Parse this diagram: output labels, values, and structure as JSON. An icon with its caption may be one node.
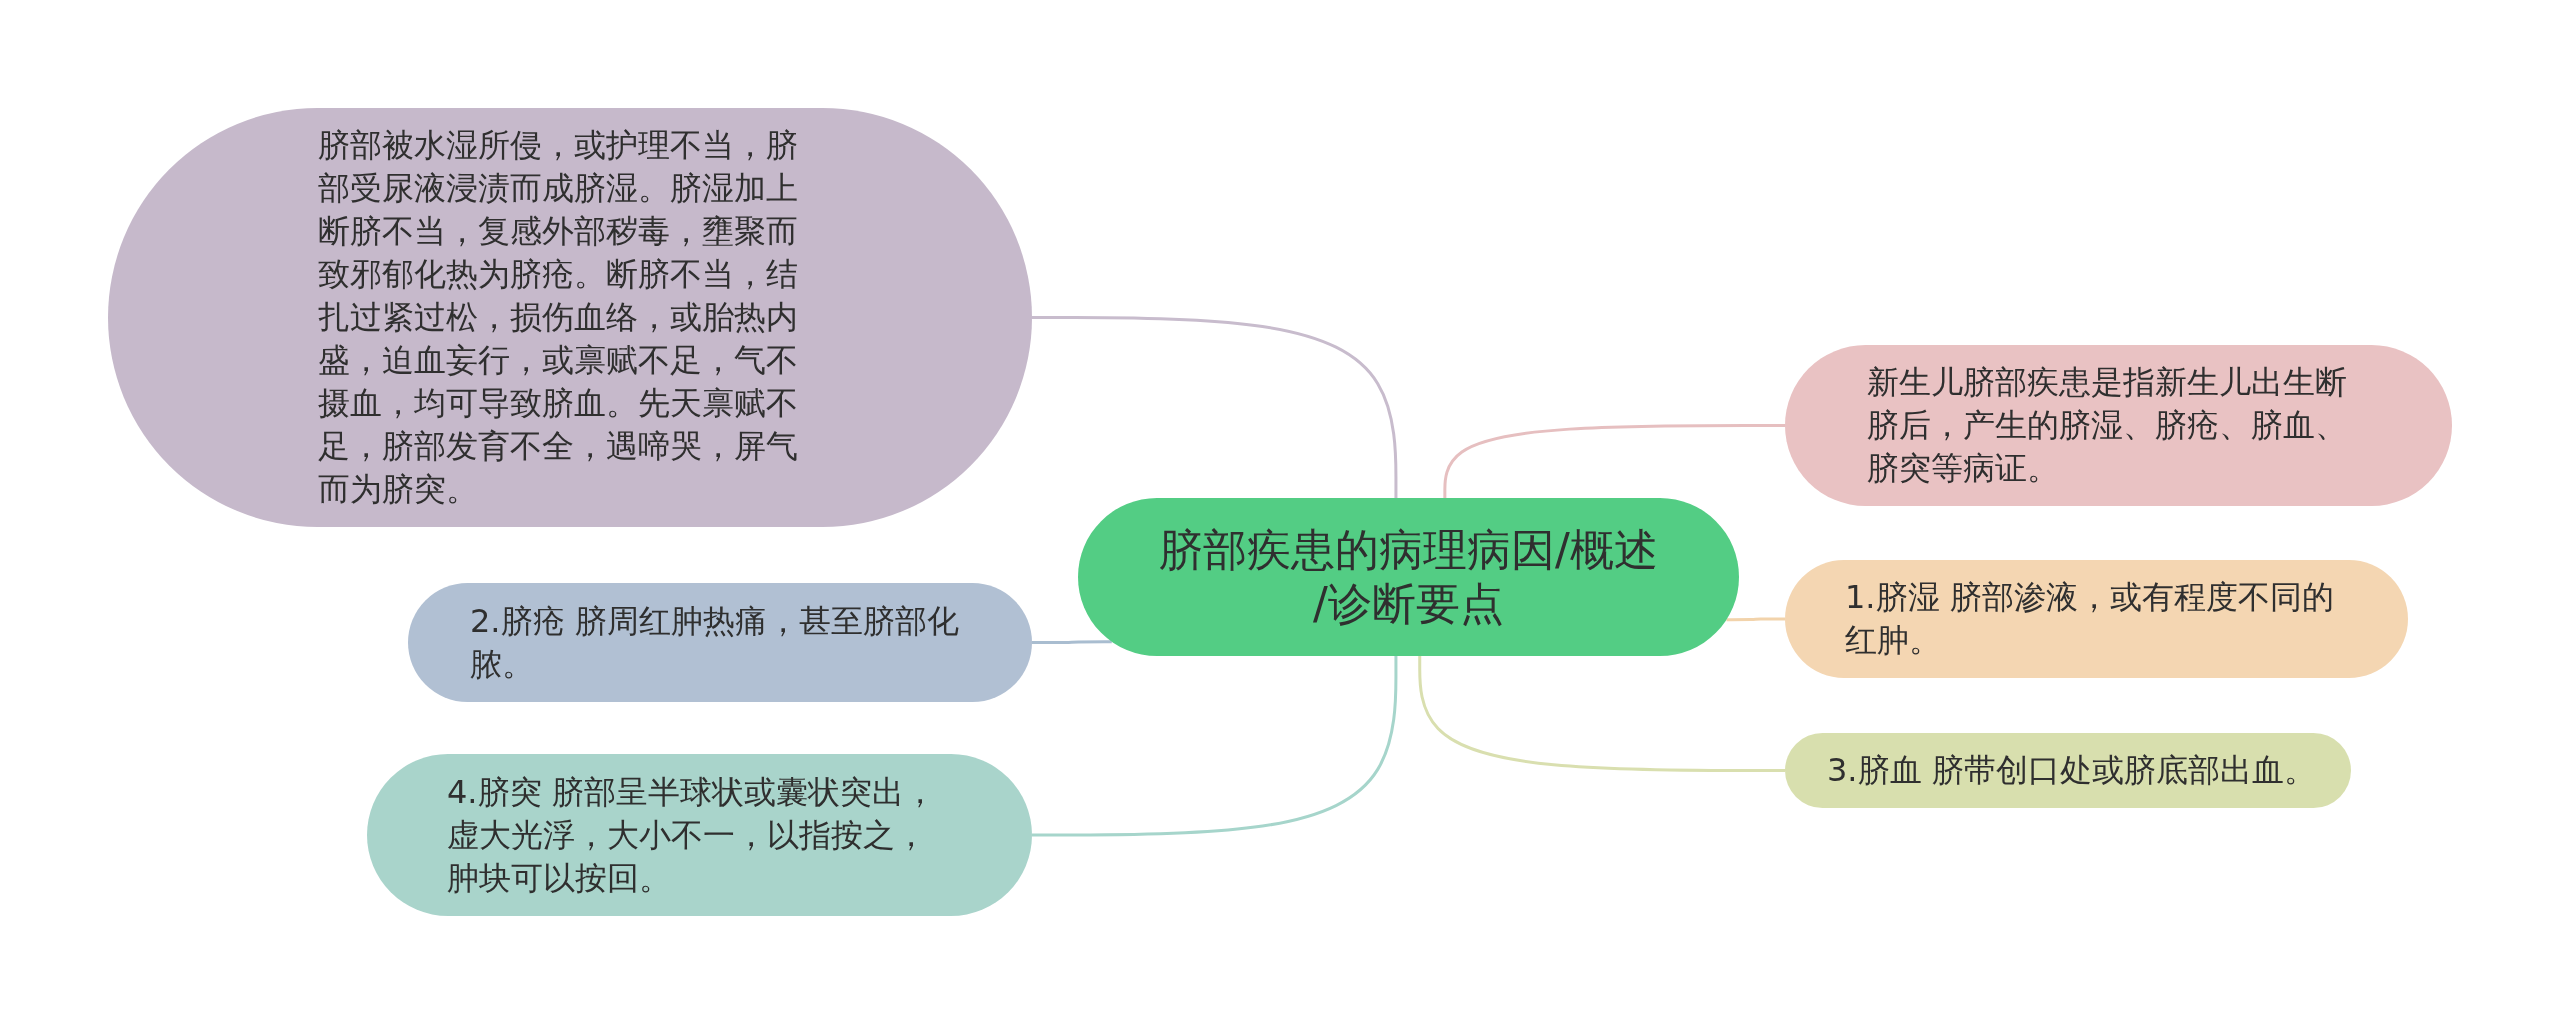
{
  "diagram": {
    "nodes": [
      {
        "text": [
          "脐部疾患的病理病因/概述/诊断要点"
        ]
      },
      {
        "text": [
          "脐部被水湿所侵，或护理不当，脐部受尿液浸渍而成脐湿。脐湿加上断脐不当，复感外部秽毒，壅聚而致邪郁化热为脐疮。断脐不当，结扎过紧过松，损伤血络，或胎热内盛，迫血妄行，或禀赋不足，气不摄血，均可导致脐血。先天禀赋不足，脐部发育不全，遇啼哭，屏气而为脐突。"
        ]
      },
      {
        "text": [
          "2.脐疮 脐周红肿热痛，甚至脐部化脓。"
        ]
      },
      {
        "text": [
          "4.脐突 脐部呈半球状或囊状突出，虚大光浮，大小不一，以指按之，肿块可以按回。"
        ]
      },
      {
        "text": [
          "新生儿脐部疾患是指新生儿出生断脐后，产生的脐湿、脐疮、脐血、脐突等病证。"
        ]
      },
      {
        "text": [
          "1.脐湿 脐部渗液，或有程度不同的红肿。"
        ]
      },
      {
        "text": [
          "3.脐血 脐带创口处或脐底部出血。"
        ]
      }
    ],
    "edges": [
      {
        "from": 0,
        "to": 1,
        "arrow": "none",
        "color": "#c8bccd"
      },
      {
        "from": 0,
        "to": 2,
        "arrow": "none",
        "color": "#a9bdd0"
      },
      {
        "from": 0,
        "to": 3,
        "arrow": "none",
        "color": "#a6d5cb"
      },
      {
        "from": 0,
        "to": 4,
        "arrow": "none",
        "color": "#e6bfc0"
      },
      {
        "from": 0,
        "to": 5,
        "arrow": "none",
        "color": "#f2d3ab"
      },
      {
        "from": 0,
        "to": 6,
        "arrow": "none",
        "color": "#d9dfaf"
      }
    ]
  }
}
